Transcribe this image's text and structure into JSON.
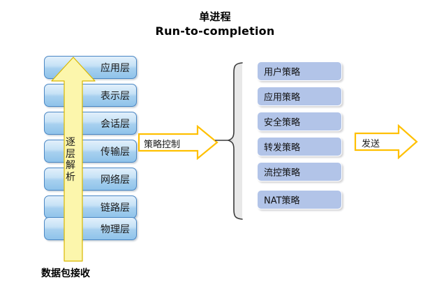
{
  "title": {
    "line_cn": "单进程",
    "line_en": "Run-to-completion"
  },
  "colors": {
    "layer_border": "#4a87c4",
    "layer_fill_top": "#e2f0fb",
    "layer_fill_bottom": "#8fc3ea",
    "policy_fill": "#b2c4e8",
    "arrow_yellow_fill": "#fcf6ac",
    "arrow_yellow_border": "#ffc000",
    "brace_stroke": "#404040",
    "brace_fill": "#e6e6e6",
    "background": "#ffffff"
  },
  "osi_stack": {
    "name": "osi-layer-stack",
    "layers": [
      {
        "label": "应用层"
      },
      {
        "label": "表示层"
      },
      {
        "label": "会话层"
      },
      {
        "label": "传输层"
      },
      {
        "label": "网络层"
      },
      {
        "label": "链路层"
      },
      {
        "label": "物理层"
      }
    ]
  },
  "up_arrow": {
    "name": "layer-parse-arrow",
    "direction": "up",
    "label_chars": [
      "逐",
      "层",
      "解",
      "析"
    ],
    "label_text": "逐层解析"
  },
  "bottom_caption": {
    "text": "数据包接收"
  },
  "policy_arrow": {
    "label": "策略控制",
    "direction": "right"
  },
  "send_arrow": {
    "label": "发送",
    "direction": "right"
  },
  "policy_list": {
    "name": "policy-group",
    "items": [
      {
        "label": "用户策略"
      },
      {
        "label": "应用策略"
      },
      {
        "label": "安全策略"
      },
      {
        "label": "转发策略"
      },
      {
        "label": "流控策略"
      },
      {
        "label": "NAT策略"
      }
    ]
  }
}
